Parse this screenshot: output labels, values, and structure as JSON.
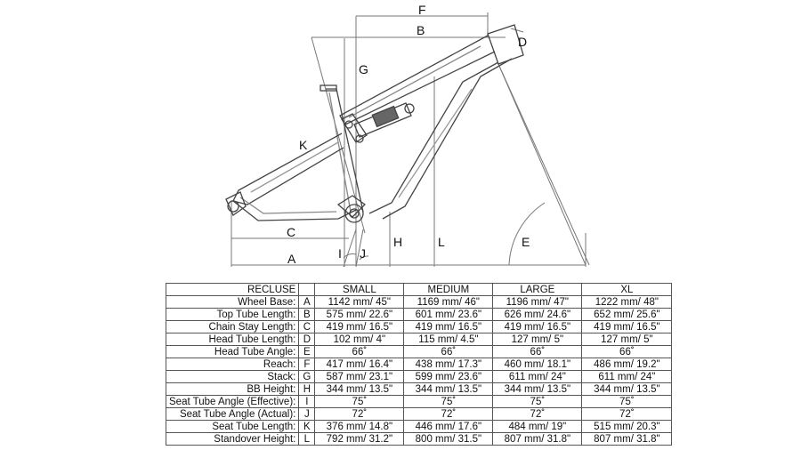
{
  "diagram": {
    "dimension_letters": {
      "A": "A",
      "B": "B",
      "C": "C",
      "D": "D",
      "E": "E",
      "F": "F",
      "G": "G",
      "H": "H",
      "I": "I",
      "J": "J",
      "K": "K",
      "L": "L"
    }
  },
  "table": {
    "headers": [
      "RECLUSE",
      "",
      "SMALL",
      "MEDIUM",
      "LARGE",
      "XL"
    ],
    "rows": [
      {
        "label": "Wheel Base:",
        "letter": "A",
        "values": [
          "1142 mm/ 45\"",
          "1169 mm/ 46\"",
          "1196 mm/ 47\"",
          "1222 mm/ 48\""
        ]
      },
      {
        "label": "Top Tube Length:",
        "letter": "B",
        "values": [
          "575 mm/ 22.6\"",
          "601 mm/ 23.6\"",
          "626 mm/ 24.6\"",
          "652 mm/ 25.6\""
        ]
      },
      {
        "label": "Chain Stay Length:",
        "letter": "C",
        "values": [
          "419 mm/ 16.5\"",
          "419 mm/ 16.5\"",
          "419 mm/ 16.5\"",
          "419 mm/ 16.5\""
        ]
      },
      {
        "label": "Head Tube Length:",
        "letter": "D",
        "values": [
          "102 mm/ 4\"",
          "115 mm/ 4.5\"",
          "127 mm/ 5\"",
          "127 mm/ 5\""
        ]
      },
      {
        "label": "Head Tube Angle:",
        "letter": "E",
        "values": [
          "66˚",
          "66˚",
          "66˚",
          "66˚"
        ]
      },
      {
        "label": "Reach:",
        "letter": "F",
        "values": [
          "417 mm/ 16.4\"",
          "438 mm/ 17.3\"",
          "460 mm/ 18.1\"",
          "486 mm/ 19.2\""
        ]
      },
      {
        "label": "Stack:",
        "letter": "G",
        "values": [
          "587 mm/ 23.1\"",
          "599 mm/ 23.6\"",
          "611 mm/ 24\"",
          "611 mm/ 24\""
        ]
      },
      {
        "label": "BB Height:",
        "letter": "H",
        "values": [
          "344 mm/ 13.5\"",
          "344 mm/ 13.5\"",
          "344 mm/ 13.5\"",
          "344 mm/ 13.5\""
        ]
      },
      {
        "label": "Seat Tube Angle (Effective):",
        "letter": "I",
        "values": [
          "75˚",
          "75˚",
          "75˚",
          "75˚"
        ]
      },
      {
        "label": "Seat Tube Angle (Actual):",
        "letter": "J",
        "values": [
          "72˚",
          "72˚",
          "72˚",
          "72˚"
        ]
      },
      {
        "label": "Seat Tube Length:",
        "letter": "K",
        "values": [
          "376 mm/ 14.8\"",
          "446 mm/ 17.6\"",
          "484 mm/ 19\"",
          "515 mm/ 20.3\""
        ]
      },
      {
        "label": "Standover Height:",
        "letter": "L",
        "values": [
          "792 mm/ 31.2\"",
          "800 mm/ 31.5\"",
          "807 mm/ 31.8\"",
          "807 mm/ 31.8\""
        ]
      }
    ]
  }
}
